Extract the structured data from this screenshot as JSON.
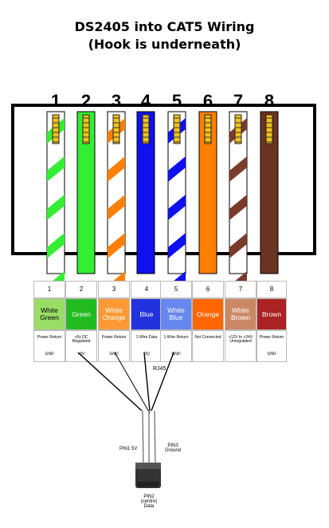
{
  "title": {
    "line1": "DS2405 into CAT5 Wiring",
    "line2": "(Hook is underneath)"
  },
  "plug": {
    "pins": [
      {
        "num": "1",
        "base": "#ffffff",
        "stripe": "#33ee33",
        "pattern": "white-stripe"
      },
      {
        "num": "2",
        "base": "#33ee33",
        "stripe": "#33ee33",
        "pattern": "solid"
      },
      {
        "num": "3",
        "base": "#ffffff",
        "stripe": "#ff8000",
        "pattern": "white-stripe"
      },
      {
        "num": "4",
        "base": "#1010ee",
        "stripe": "#1010ee",
        "pattern": "solid"
      },
      {
        "num": "5",
        "base": "#ffffff",
        "stripe": "#1010ee",
        "pattern": "white-stripe"
      },
      {
        "num": "6",
        "base": "#ff7f00",
        "stripe": "#ff7f00",
        "pattern": "solid"
      },
      {
        "num": "7",
        "base": "#ffffff",
        "stripe": "#7a3b2a",
        "pattern": "white-stripe"
      },
      {
        "num": "8",
        "base": "#6b3322",
        "stripe": "#6b3322",
        "pattern": "solid"
      }
    ]
  },
  "table": {
    "columns": [
      {
        "num": "1",
        "color_name": "White Green",
        "bg": "#99dd66",
        "fg": "#000",
        "function": "Power Return",
        "power": "GND"
      },
      {
        "num": "2",
        "color_name": "Green",
        "bg": "#22bb22",
        "fg": "#fff",
        "function": "+5v DC Regulated",
        "power": "+5V"
      },
      {
        "num": "3",
        "color_name": "White Orange",
        "bg": "#ff9933",
        "fg": "#fff",
        "function": "Power Return",
        "power": "GND"
      },
      {
        "num": "4",
        "color_name": "Blue",
        "bg": "#2233dd",
        "fg": "#fff",
        "function": "1-Wire Data",
        "power": "DQ"
      },
      {
        "num": "5",
        "color_name": "White Blue",
        "bg": "#6688ee",
        "fg": "#fff",
        "function": "1-Wire Return",
        "power": "GND"
      },
      {
        "num": "6",
        "color_name": "Orange",
        "bg": "#ff6600",
        "fg": "#fff",
        "function": "Not Connected",
        "power": ""
      },
      {
        "num": "7",
        "color_name": "White Brown",
        "bg": "#cc8866",
        "fg": "#fff",
        "function": "+12V to +24V Unregulated",
        "power": ""
      },
      {
        "num": "8",
        "color_name": "Brown",
        "bg": "#aa2222",
        "fg": "#fff",
        "function": "Power Return",
        "power": "GND"
      }
    ]
  },
  "labels": {
    "rj45": "RJ45",
    "pin1": "PIN1 5V",
    "pin3": "PIN3 Ground",
    "pin2": "PIN2 (centre) Data"
  }
}
